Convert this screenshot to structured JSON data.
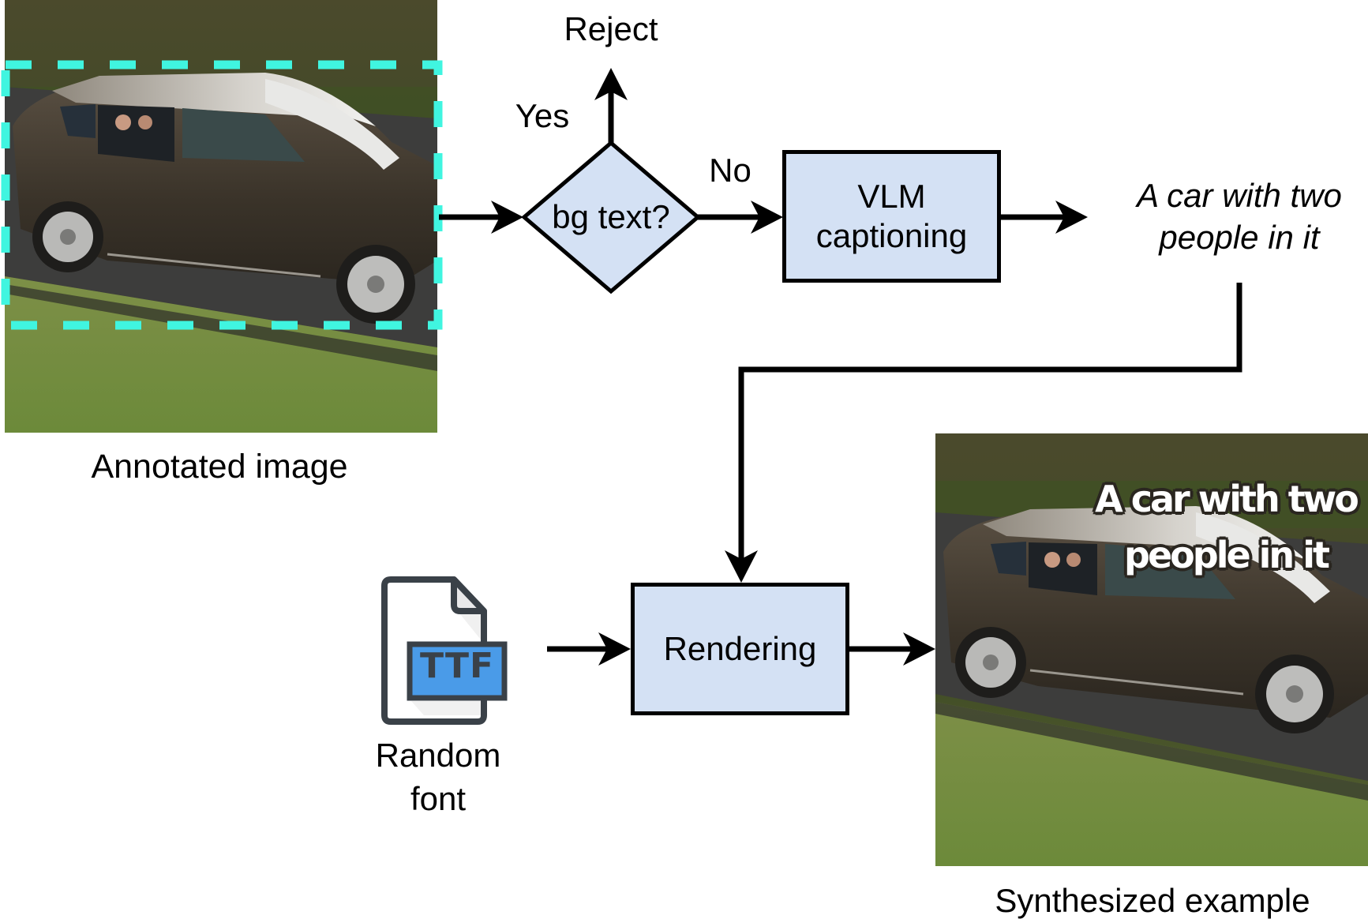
{
  "diagram": {
    "nodes": {
      "annotated_image": {
        "label": "Annotated image"
      },
      "decision": {
        "label": "bg text?"
      },
      "reject": {
        "label": "Reject"
      },
      "vlm": {
        "line1": "VLM",
        "line2": "captioning"
      },
      "caption": {
        "line1": "A car with two",
        "line2": "people in it"
      },
      "font_file": {
        "icon": "ttf-file-icon",
        "badge": "TTF",
        "line1": "Random",
        "line2": "font"
      },
      "rendering": {
        "label": "Rendering"
      },
      "synthesized": {
        "label": "Synthesized example",
        "overlay_line1": "A car with two",
        "overlay_line2": "people in it"
      }
    },
    "edges": {
      "yes_label": "Yes",
      "no_label": "No"
    },
    "colors": {
      "box_fill": "#D4E1F4",
      "annotation_dash": "#40F5E0",
      "ttf_badge": "#4A9BE8",
      "icon_outline": "#3A4148"
    }
  }
}
